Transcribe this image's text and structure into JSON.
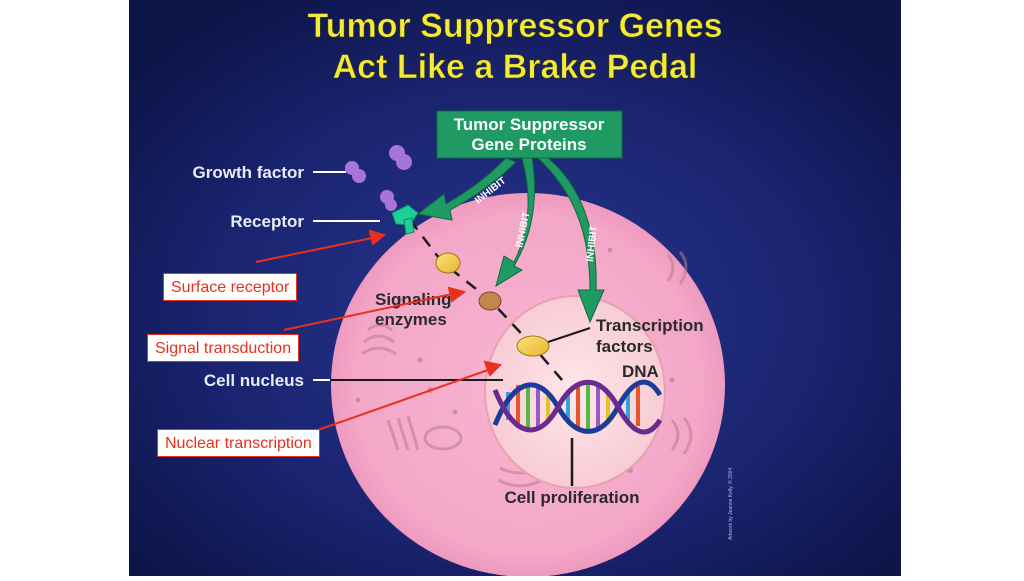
{
  "title": {
    "line1": "Tumor Suppressor Genes",
    "line2": "Act Like a Brake Pedal"
  },
  "proteins_box": {
    "line1": "Tumor Suppressor",
    "line2": "Gene Proteins"
  },
  "inhibit_label": "INHIBIT",
  "labels": {
    "growth_factor": "Growth factor",
    "receptor": "Receptor",
    "signaling_line1": "Signaling",
    "signaling_line2": "enzymes",
    "cell_nucleus": "Cell nucleus",
    "transcription_line1": "Transcription",
    "transcription_line2": "factors",
    "dna": "DNA",
    "cell_proliferation": "Cell proliferation"
  },
  "credit": "Artwork by Jeanne Kelly. © 2004.",
  "callouts": {
    "surface_receptor": "Surface receptor",
    "signal_transduction": "Signal transduction",
    "nuclear_transcription": "Nuclear transcription"
  },
  "colors": {
    "title": "#f3ea3c",
    "panel_dark": "#0d1448",
    "panel_light": "#27358f",
    "cell": "#f4a7c8",
    "nucleus": "#fbd6dd",
    "green": "#1f9a63",
    "receptor": "#1fcf9a",
    "growth_factor": "#a874d8",
    "enzyme_yellow": "#f3d052",
    "enzyme_brown": "#c5854e",
    "callout_red": "#e8301c"
  }
}
